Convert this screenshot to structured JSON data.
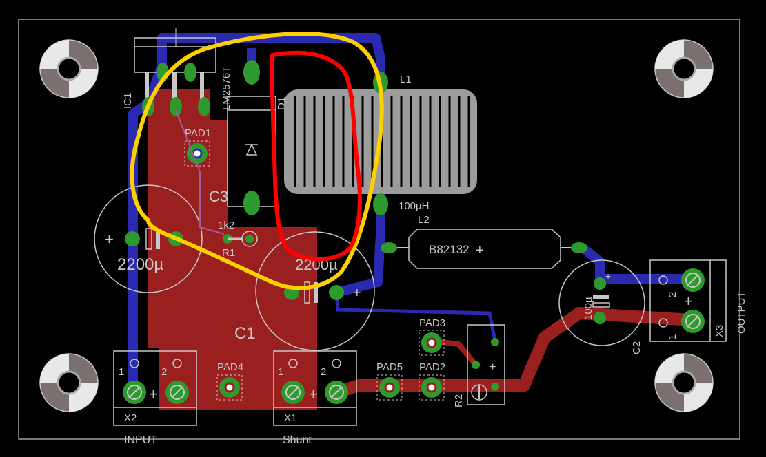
{
  "colors": {
    "background": "#000000",
    "outline": "#c8c8c8",
    "top_copper": "#2a2ab0",
    "bottom_copper": "#9a1f1f",
    "pad": "#2e9a2e",
    "hole_ring": "#9a8f8f",
    "annotation_yellow": "#ffd000",
    "annotation_red": "#ff0000",
    "inductor_gray": "#9c9c9c"
  },
  "components": {
    "ic1": {
      "ref": "IC1",
      "value": "LM2576T"
    },
    "d1": {
      "ref": "D1"
    },
    "l1": {
      "ref": "L1",
      "value": "100µH"
    },
    "l2": {
      "ref": "L2",
      "value": "B82132"
    },
    "c1": {
      "ref": "C1",
      "value": "2200µ"
    },
    "c2": {
      "ref": "C2",
      "value": "100µ"
    },
    "c3": {
      "ref": "C3",
      "value": "2200µ"
    },
    "r1": {
      "ref": "R1",
      "value": "1k2"
    },
    "r2": {
      "ref": "R2"
    },
    "x1": {
      "ref": "X1",
      "name": "Shunt",
      "pin1": "1",
      "pin2": "2"
    },
    "x2": {
      "ref": "X2",
      "name": "INPUT",
      "pin1": "1",
      "pin2": "2"
    },
    "x3": {
      "ref": "X3",
      "name": "OUTPUT",
      "pin1": "1",
      "pin2": "2"
    },
    "pads": [
      "PAD1",
      "PAD2",
      "PAD3",
      "PAD4",
      "PAD5"
    ]
  },
  "symbols": {
    "plus": "+"
  }
}
